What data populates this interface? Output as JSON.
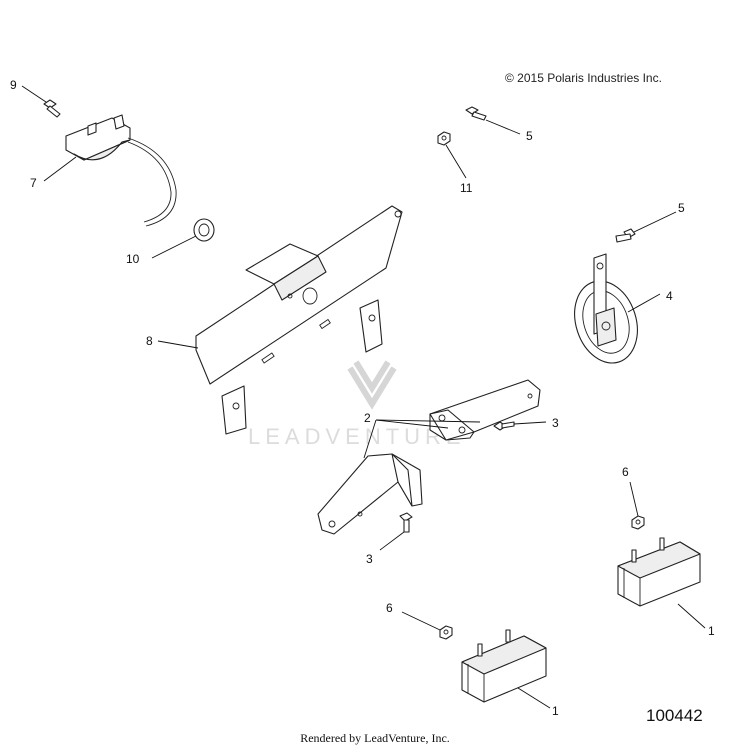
{
  "copyright": "© 2015  Polaris Industries Inc.",
  "figure_number": "100442",
  "rendered_by": "Rendered by LeadVenture, Inc.",
  "watermark": "LEADVENTURE",
  "callouts": {
    "c9": "9",
    "c7": "7",
    "c10": "10",
    "c8": "8",
    "c5a": "5",
    "c11": "11",
    "c5b": "5",
    "c4": "4",
    "c2": "2",
    "c3a": "3",
    "c3b": "3",
    "c6a": "6",
    "c6b": "6",
    "c1a": "1",
    "c1b": "1"
  }
}
